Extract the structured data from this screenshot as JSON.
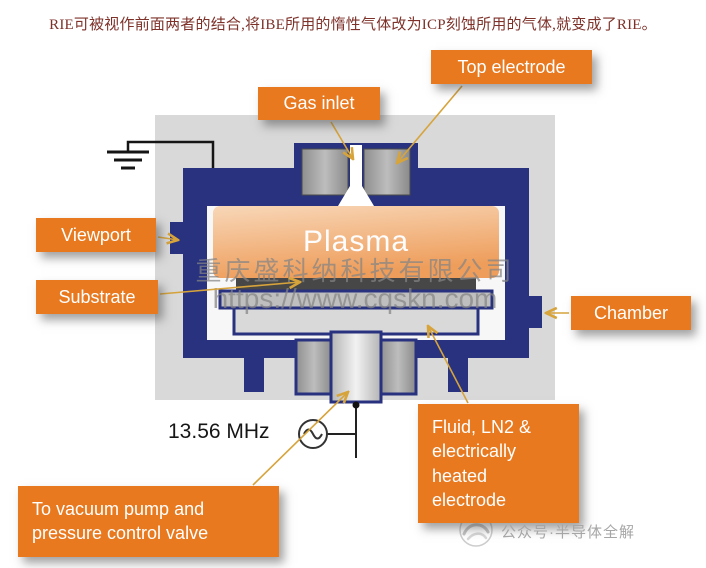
{
  "caption": "RIE可被视作前面两者的结合,将IBE所用的惰性气体改为ICP刻蚀所用的气体,就变成了RIE。",
  "diagram": {
    "plasma_label": "Plasma",
    "frequency_label": "13.56 MHz",
    "callouts": {
      "gas_inlet": "Gas inlet",
      "top_electrode": "Top electrode",
      "viewport": "Viewport",
      "substrate": "Substrate",
      "chamber": "Chamber",
      "fluid_electrode": "Fluid, LN2 & electrically heated electrode",
      "vacuum_pump": "To vacuum pump and pressure control valve"
    },
    "colors": {
      "callout_bg": "#e8791f",
      "chamber_outline": "#28327e",
      "plasma_top": "#f8d7b8",
      "plasma_bottom": "#ee9d5a",
      "arrow": "#d7a43c",
      "canvas_bg": "#d9d9d9"
    }
  },
  "watermark": {
    "company": "重庆盛科纳科技有限公司",
    "url": "https://www.cqskn.com"
  },
  "footer": {
    "account": "公众号·半导体全解"
  }
}
